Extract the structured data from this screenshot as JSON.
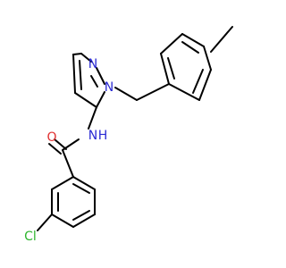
{
  "molecule": {
    "atoms": {
      "n_ring": {
        "label": "N",
        "color": "#2A2AD4"
      },
      "n_substituted": {
        "label": "N",
        "color": "#2A2AD4"
      },
      "n_amide": {
        "label": "N",
        "color": "#2A2AD4"
      },
      "h_amide": {
        "label": "H",
        "color": "#2A2AD4"
      },
      "o_carbonyl": {
        "label": "O",
        "color": "#E03030"
      },
      "cl": {
        "label": "Cl",
        "color": "#2DB52D"
      }
    }
  }
}
